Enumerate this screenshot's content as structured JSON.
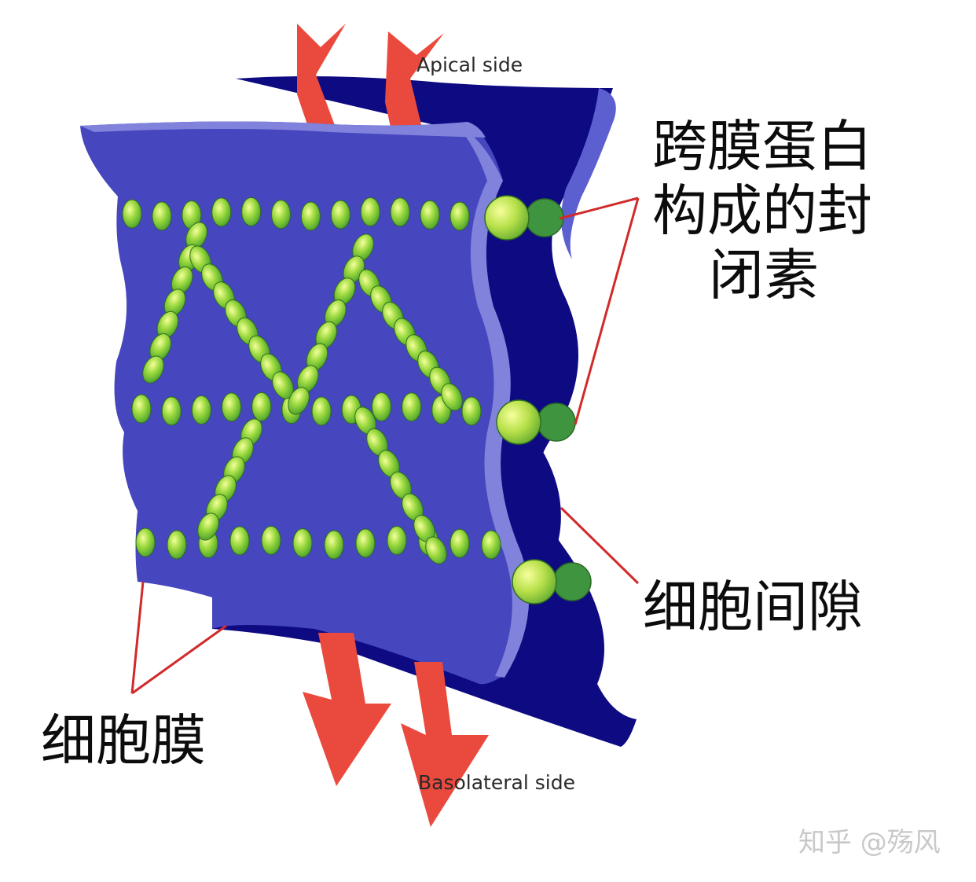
{
  "labels": {
    "apical": "Apical side",
    "basolateral": "Basolateral side",
    "claudin": [
      "跨膜蛋白",
      "构成的封",
      "闭素"
    ],
    "intercellular_space": "细胞间隙",
    "cell_membrane": "细胞膜"
  },
  "watermark": "知乎 @殇风",
  "colors": {
    "membrane_front": "#4646be",
    "membrane_back": "#0e0a82",
    "membrane_highlight": "#7f80da",
    "protein_green": "#8fd33c",
    "protein_dark": "#3f9440",
    "arrow_red": "#ea4a3e",
    "callout_line": "#d22a2a"
  }
}
